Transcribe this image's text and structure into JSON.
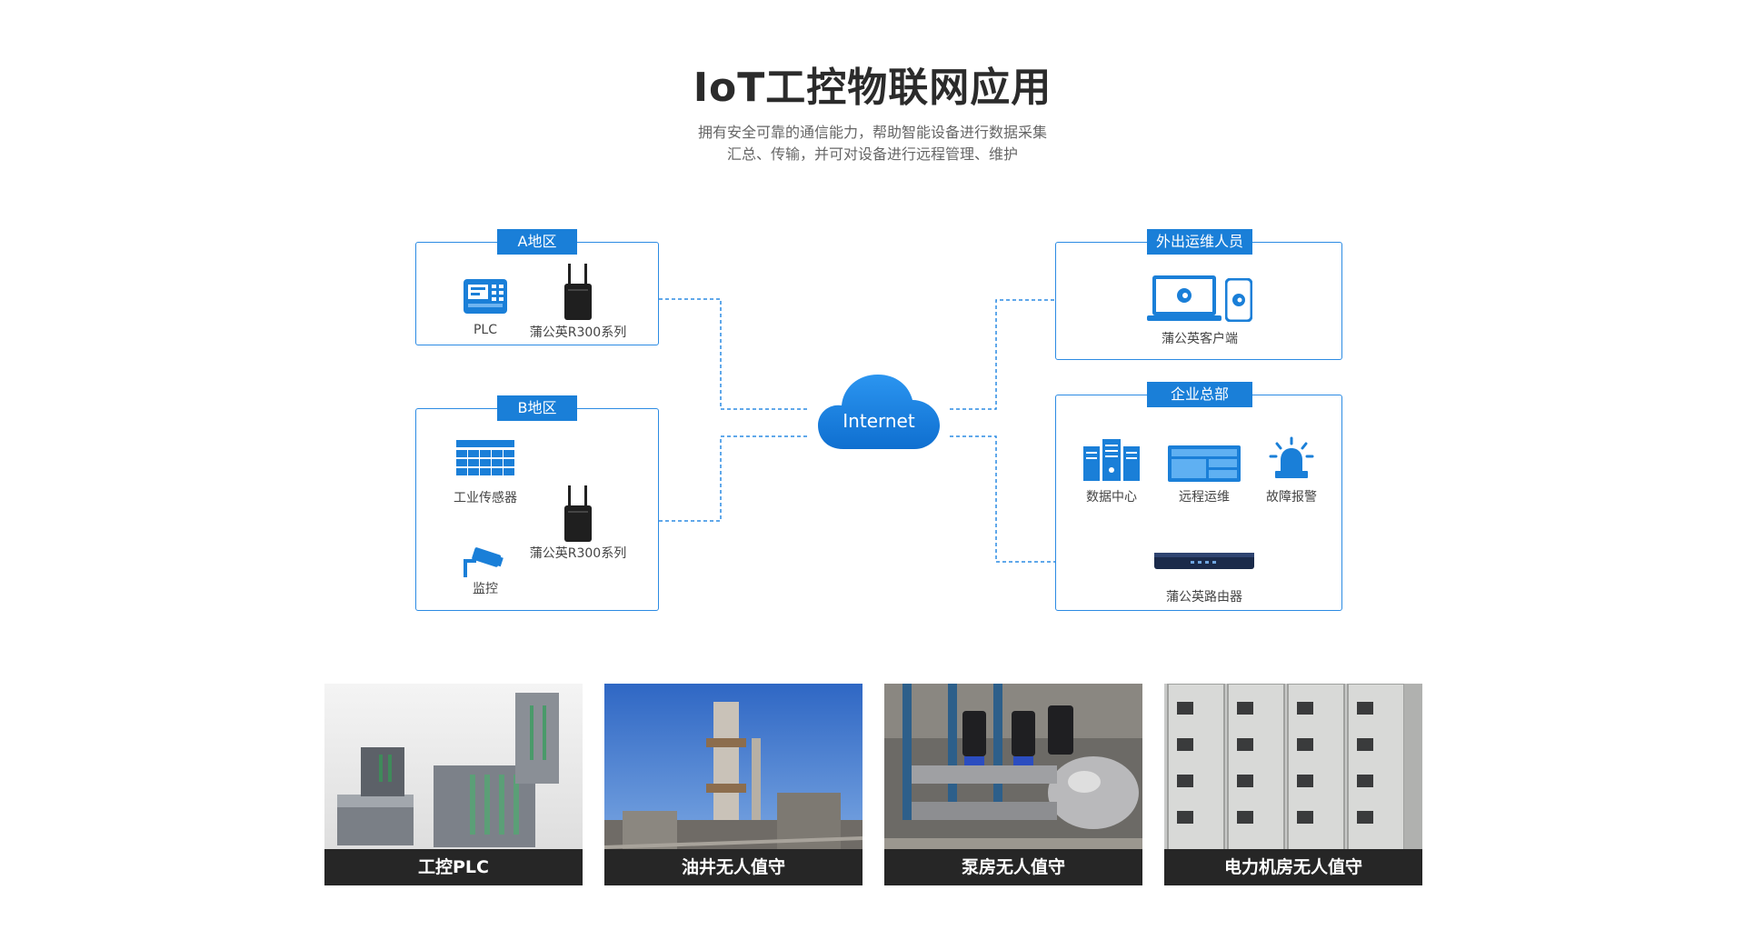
{
  "header": {
    "title": "IoT工控物联网应用",
    "subtitle_line1": "拥有安全可靠的通信能力，帮助智能设备进行数据采集",
    "subtitle_line2": "汇总、传输，并可对设备进行远程管理、维护"
  },
  "diagram": {
    "region_a": {
      "tag": "A地区",
      "plc_label": "PLC",
      "router_label": "蒲公英R300系列"
    },
    "region_b": {
      "tag": "B地区",
      "sensor_label": "工业传感器",
      "router_label": "蒲公英R300系列",
      "camera_label": "监控"
    },
    "cloud": {
      "label": "Internet"
    },
    "field_staff": {
      "tag": "外出运维人员",
      "client_label": "蒲公英客户端"
    },
    "hq": {
      "tag": "企业总部",
      "datacenter_label": "数据中心",
      "remote_label": "远程运维",
      "alarm_label": "故障报警",
      "router_label": "蒲公英路由器"
    },
    "colors": {
      "primary": "#1a7fd8",
      "line": "#2c8be3"
    }
  },
  "gallery": [
    {
      "caption": "工控PLC",
      "icon": "plc-equipment-photo"
    },
    {
      "caption": "油井无人值守",
      "icon": "oil-well-photo"
    },
    {
      "caption": "泵房无人值守",
      "icon": "pump-room-photo"
    },
    {
      "caption": "电力机房无人值守",
      "icon": "power-room-photo"
    }
  ]
}
